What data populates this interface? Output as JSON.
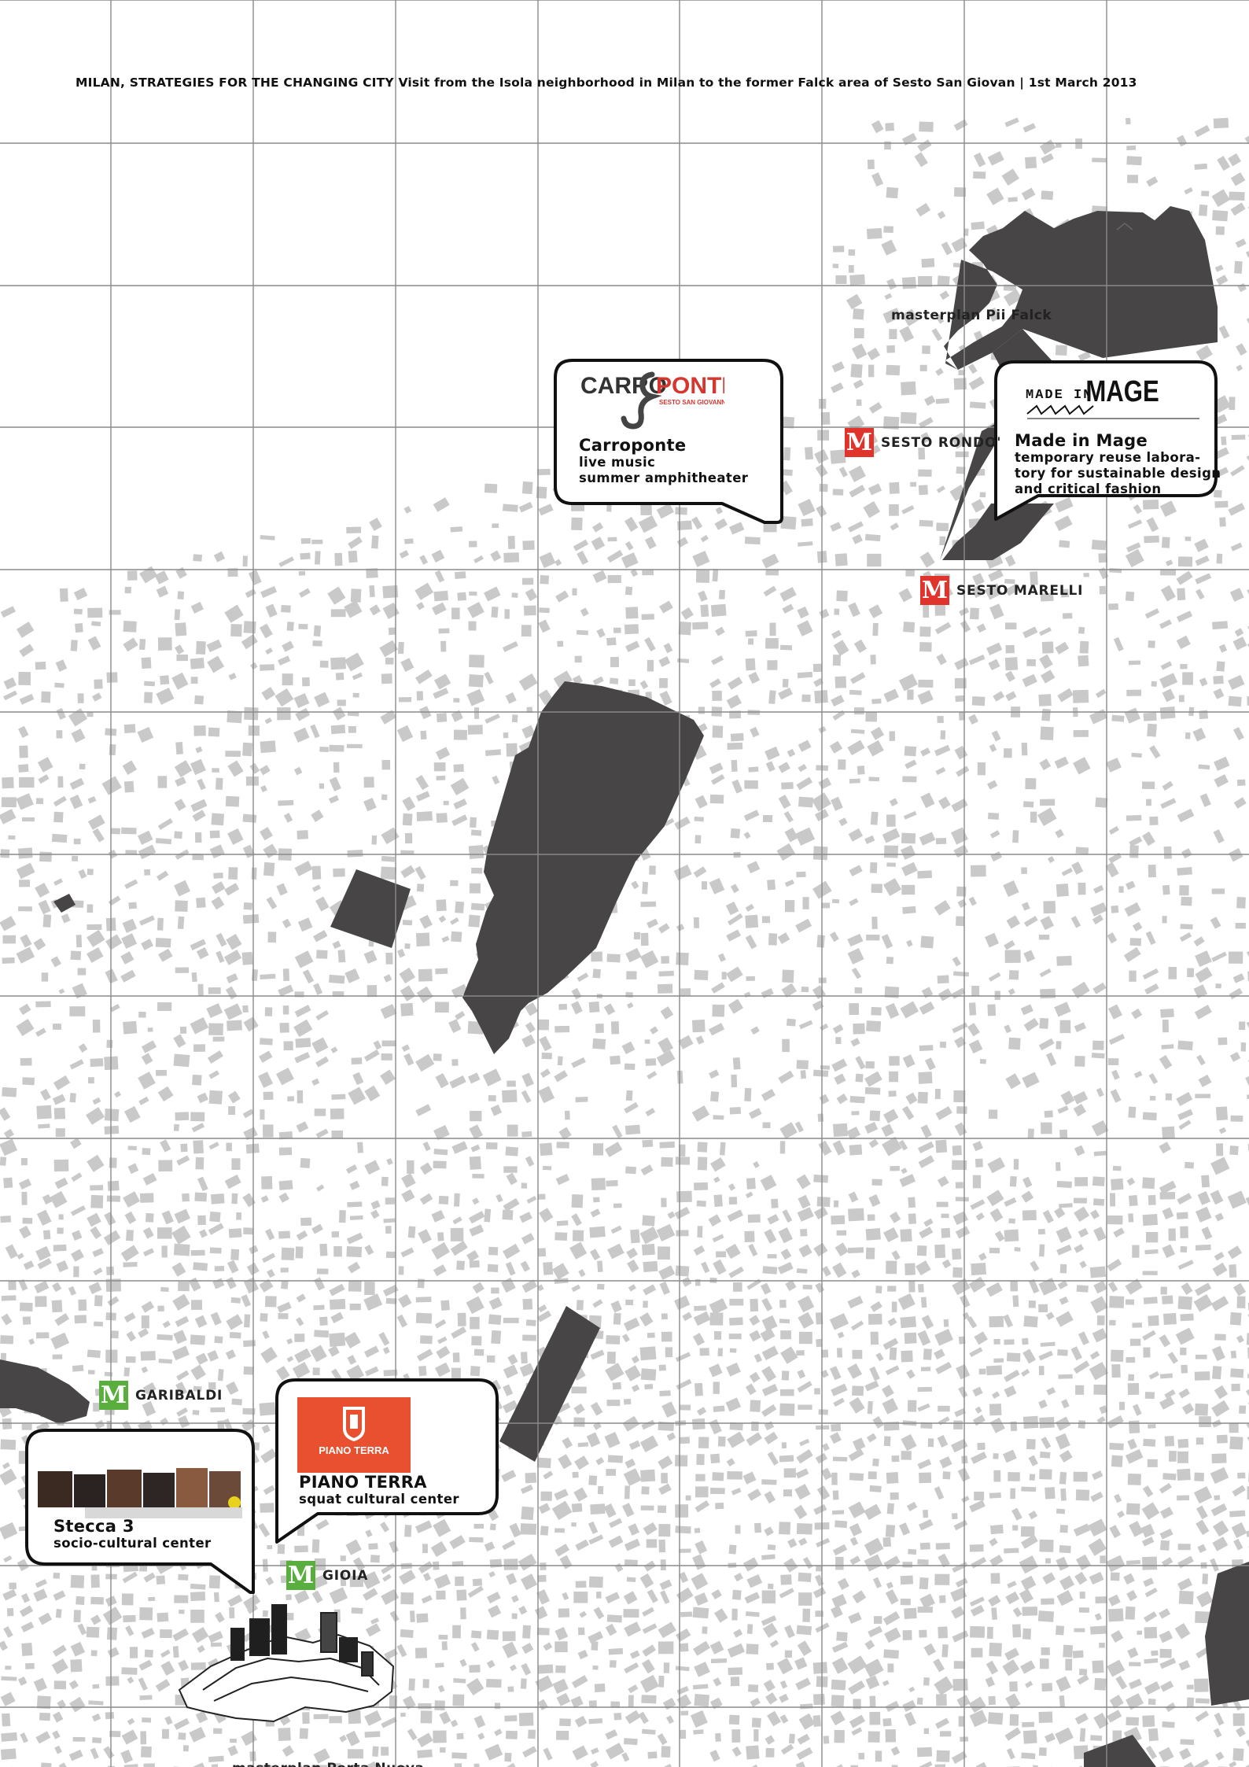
{
  "title": "MILAN, STRATEGIES FOR THE CHANGING CITY Visit from the Isola neighborhood in Milan to the former Falck area of Sesto San Giovan | 1st March 2013",
  "map_labels": {
    "falck": "masterplan Pii Falck",
    "porta_nuova": "masterplan Porta Nuova"
  },
  "stations": [
    {
      "name": "SESTO RONDO'",
      "line_color": "#e0332b",
      "logo": "M"
    },
    {
      "name": "SESTO MARELLI",
      "line_color": "#e0332b",
      "logo": "M"
    },
    {
      "name": "GARIBALDI",
      "line_color": "#5aae3e",
      "logo": "M"
    },
    {
      "name": "GIOIA",
      "line_color": "#5aae3e",
      "logo": "M"
    }
  ],
  "callouts": {
    "carroponte": {
      "logo_text_1": "CARRO",
      "logo_text_2": "PONTE",
      "logo_sub": "SESTO SAN GIOVANNI",
      "name": "Carroponte",
      "desc": [
        "live music",
        "summer amphitheater"
      ]
    },
    "mage": {
      "logo_text_1": "MADE IN",
      "logo_text_2": "MAGE",
      "name": "Made in Mage",
      "desc": [
        "temporary reuse labora-",
        "tory for sustainable design",
        "and critical fashion"
      ]
    },
    "piano_terra": {
      "logo_text_1": "PIANO TERRA",
      "name": "PIANO TERRA",
      "desc": [
        "squat cultural center"
      ]
    },
    "stecca": {
      "name": "Stecca 3",
      "desc": [
        "socio-cultural center"
      ]
    }
  },
  "colors": {
    "building": "#c9c9c9",
    "highlight_area": "#474545",
    "grid": "#8a8a8a",
    "metro_red": "#e0332b",
    "metro_green": "#5aae3e",
    "piano_terra_brand": "#e8502f",
    "carroponte_brand": "#d6362e"
  }
}
